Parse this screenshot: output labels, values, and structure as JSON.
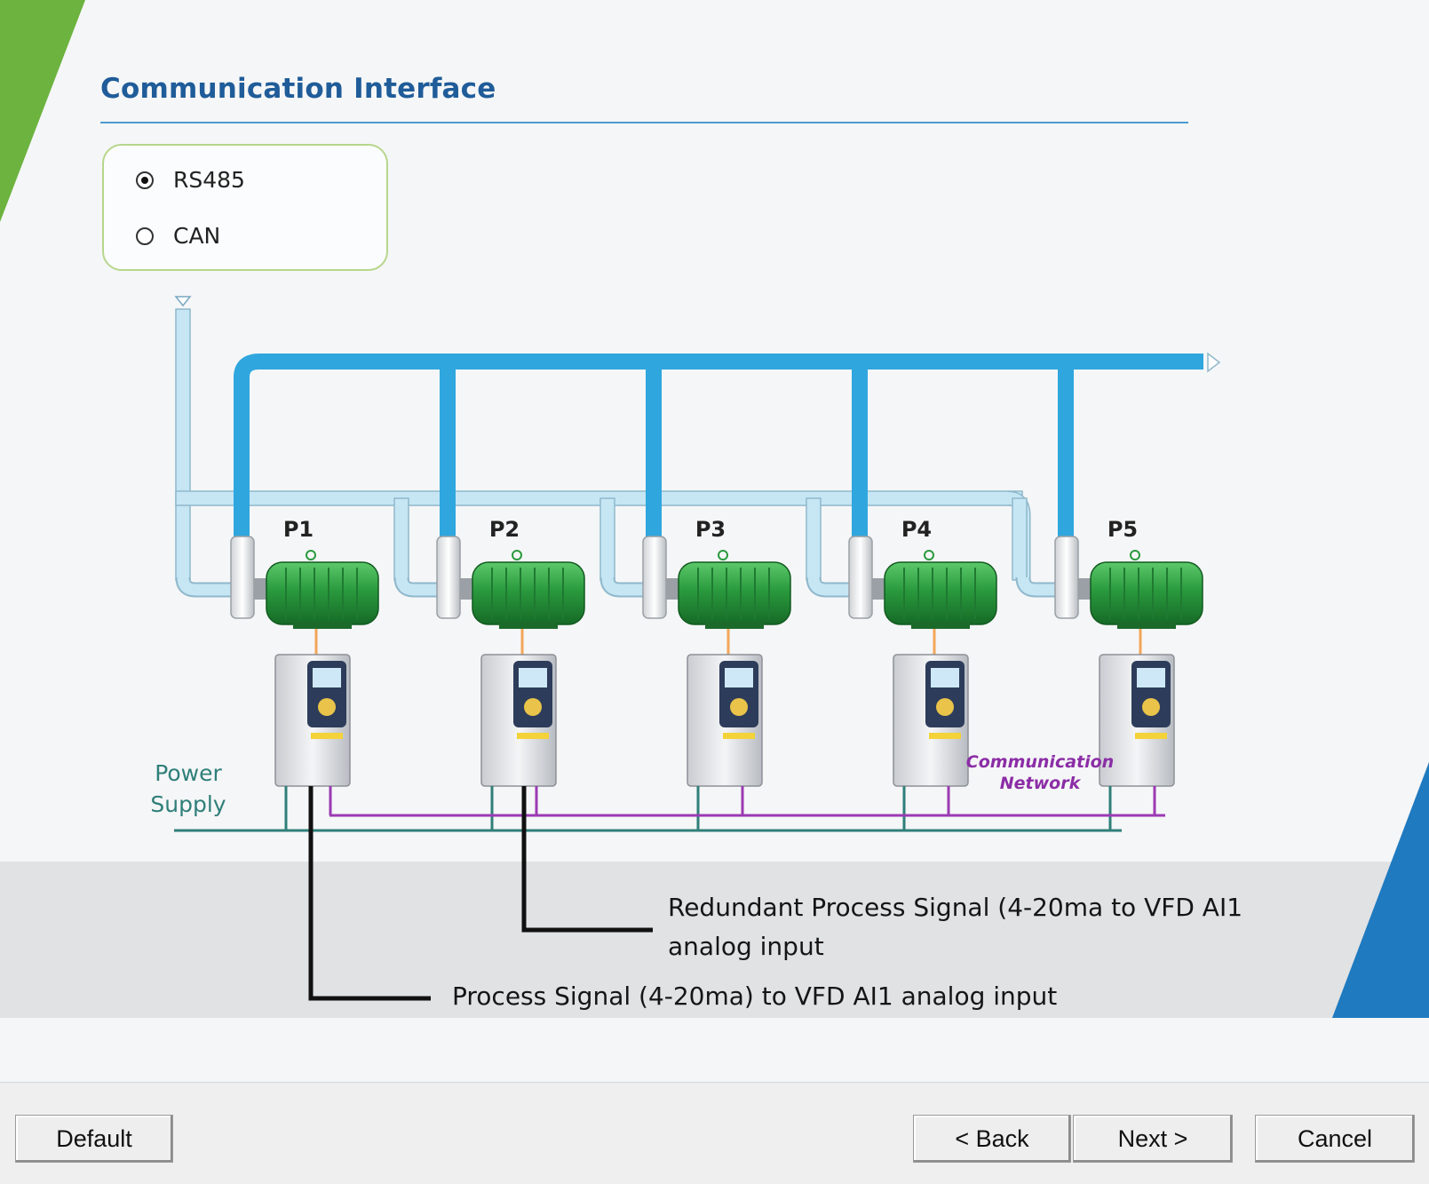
{
  "page": {
    "title": "Communication Interface"
  },
  "interface_options": {
    "selected": "RS485",
    "items": [
      {
        "label": "RS485",
        "checked": true
      },
      {
        "label": "CAN",
        "checked": false
      }
    ]
  },
  "diagram": {
    "pumps": [
      {
        "label": "P1"
      },
      {
        "label": "P2"
      },
      {
        "label": "P3"
      },
      {
        "label": "P4"
      },
      {
        "label": "P5"
      }
    ],
    "power_supply": {
      "line1": "Power",
      "line2": "Supply"
    },
    "communication_network": {
      "line1": "Communication",
      "line2": "Network"
    },
    "colors": {
      "discharge_pipe": "#2fa6de",
      "suction_pipe": "#bfe3f3",
      "motor": "#2a9a3e",
      "power_line": "#2f7f7a",
      "network_line": "#9b3ab3",
      "signal_line": "#111111"
    }
  },
  "callouts": {
    "redundant_line1": "Redundant Process Signal (4-20ma to VFD AI1",
    "redundant_line2": "analog input",
    "process": "Process Signal (4-20ma) to VFD AI1 analog input"
  },
  "buttons": {
    "default": "Default",
    "back": "< Back",
    "next": "Next >",
    "cancel": "Cancel"
  }
}
